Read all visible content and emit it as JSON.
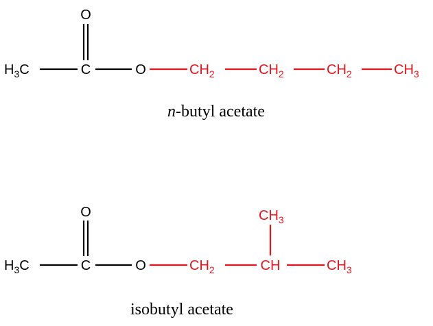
{
  "colors": {
    "base": "#000000",
    "highlight": "#e8141c"
  },
  "n_butyl": {
    "atoms": {
      "h3c": {
        "main": "H",
        "sub": "3",
        "tail": "C"
      },
      "c": "C",
      "o_top": "O",
      "o": "O",
      "ch2_a": {
        "main": "CH",
        "sub": "2"
      },
      "ch2_b": {
        "main": "CH",
        "sub": "2"
      },
      "ch2_c": {
        "main": "CH",
        "sub": "2"
      },
      "ch3": {
        "main": "CH",
        "sub": "3"
      }
    },
    "caption": {
      "italic": "n",
      "rest": "-butyl acetate"
    }
  },
  "isobutyl": {
    "atoms": {
      "h3c": {
        "main": "H",
        "sub": "3",
        "tail": "C"
      },
      "c": "C",
      "o_top": "O",
      "o": "O",
      "ch2": {
        "main": "CH",
        "sub": "2"
      },
      "ch": "CH",
      "ch3_top": {
        "main": "CH",
        "sub": "3"
      },
      "ch3_right": {
        "main": "CH",
        "sub": "3"
      }
    },
    "caption": "isobutyl acetate"
  }
}
